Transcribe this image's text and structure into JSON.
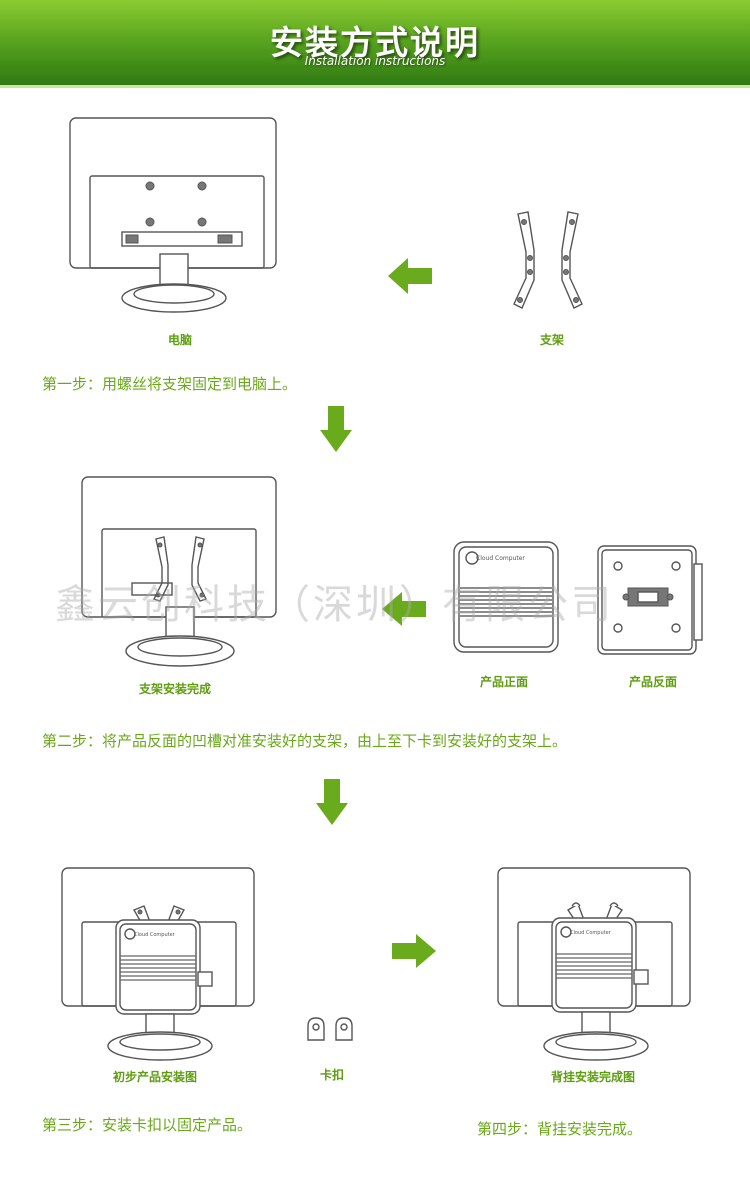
{
  "header": {
    "title": "安装方式说明",
    "subtitle": "Installation instructions"
  },
  "labels": {
    "computer": "电脑",
    "bracket": "支架",
    "bracket_done": "支架安装完成",
    "product_front": "产品正面",
    "product_back": "产品反面",
    "initial_install": "初步产品安装图",
    "clip": "卡扣",
    "hang_done": "背挂安装完成图"
  },
  "steps": {
    "step1": "第一步：用螺丝将支架固定到电脑上。",
    "step2": "第二步：将产品反面的凹槽对准安装好的支架，由上至下卡到安装好的支架上。",
    "step3": "第三步：安装卡扣以固定产品。",
    "step4": "第四步：背挂安装完成。"
  },
  "watermark": "鑫云创科技（深圳）有限公司",
  "product_logo": "Cloud Computer",
  "colors": {
    "banner_top": "#8ccc32",
    "banner_bottom": "#2f7a12",
    "label_green": "#5e9e10",
    "arrow_green": "#6aab1e"
  }
}
